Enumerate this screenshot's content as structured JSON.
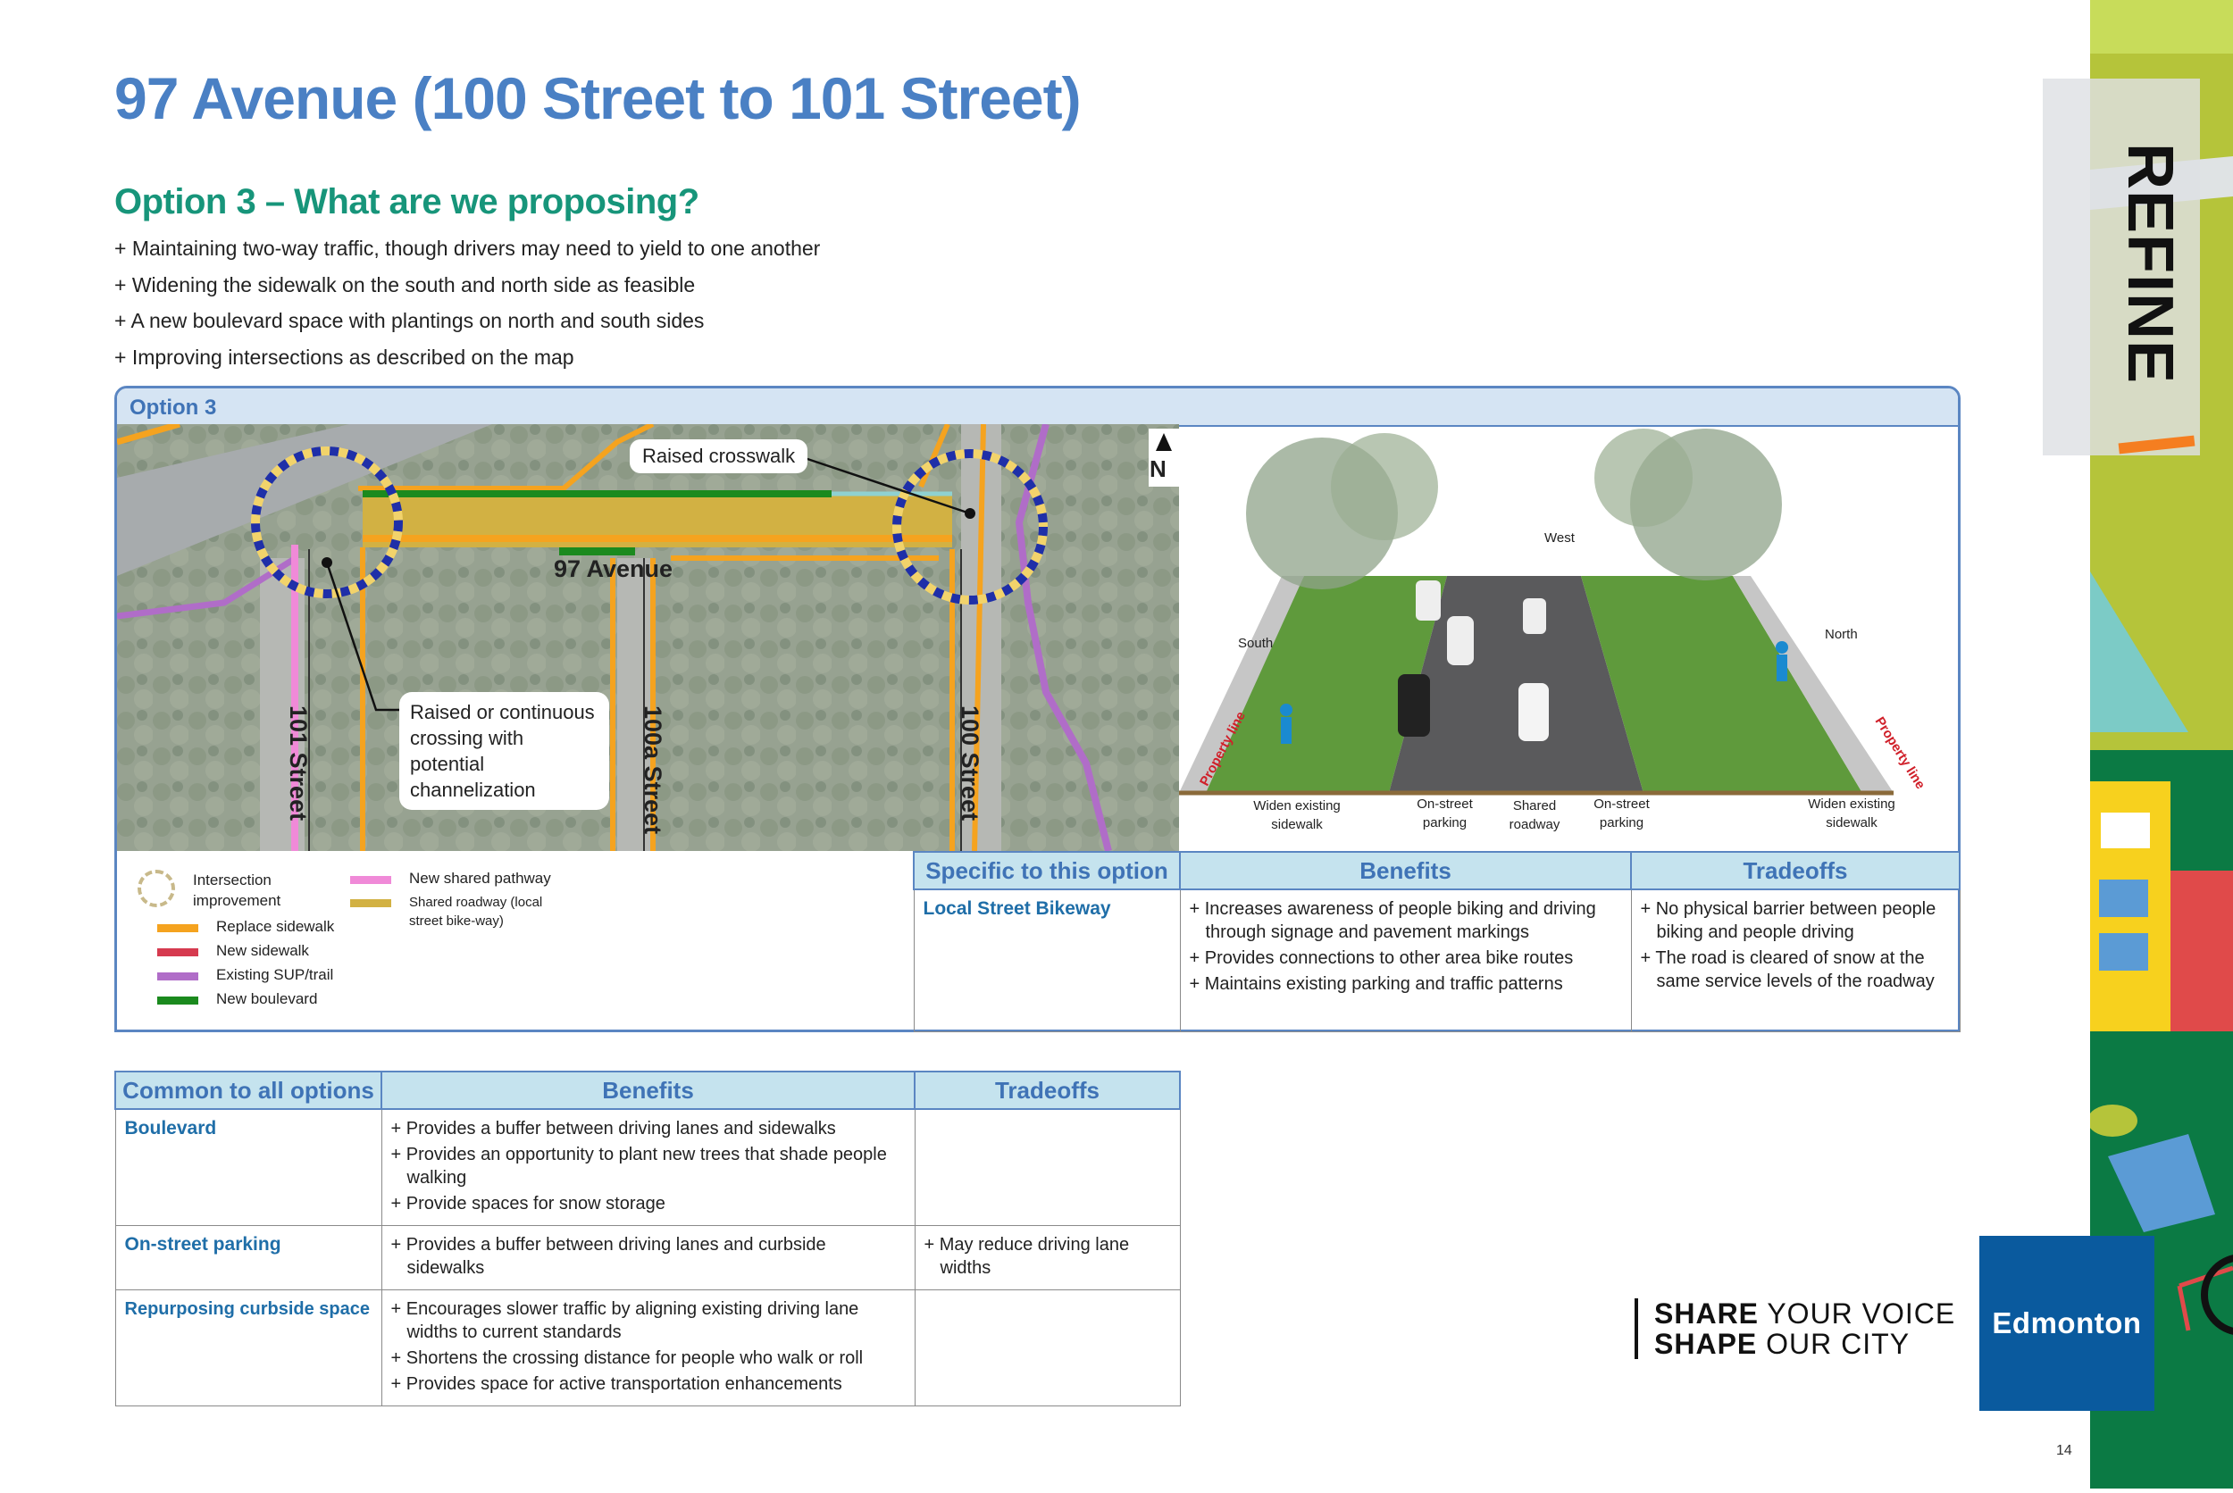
{
  "header": {
    "title": "97 Avenue (100 Street to 101 Street)",
    "subtitle": "Option 3 – What are we proposing?",
    "bullets": [
      "+ Maintaining two-way traffic, though drivers may need to yield to one another",
      "+ Widening the sidewalk on the south and north side as feasible",
      "+ A new boulevard space with plantings on north and south sides",
      "+ Improving intersections as described on the map"
    ]
  },
  "option": {
    "label": "Option 3",
    "map": {
      "street_labels": [
        "97 Avenue",
        "101 Street",
        "100a Street",
        "100 Street"
      ],
      "callouts": [
        "Raised crosswalk",
        "Raised or continuous crossing with potential channelization"
      ],
      "north": "N"
    },
    "illustration": {
      "labels": {
        "west": "West",
        "south": "South",
        "north": "North",
        "property_line": "Property line",
        "widen_sidewalk": "Widen existing sidewalk",
        "on_street_parking": "On-street parking",
        "shared_roadway": "Shared roadway"
      }
    },
    "legend": [
      {
        "label": "Intersection improvement",
        "icon": "dashed-circle-icon",
        "color": "#c8b98a"
      },
      {
        "label": "Replace sidewalk",
        "color": "#f5a31f"
      },
      {
        "label": "New sidewalk",
        "color": "#d63a4f"
      },
      {
        "label": "Existing SUP/trail",
        "color": "#b06dc8"
      },
      {
        "label": "New boulevard",
        "color": "#1b8a1e"
      },
      {
        "label": "New shared pathway",
        "color": "#f08ad8"
      },
      {
        "label": "Shared roadway (local street bike-way)",
        "color": "#d2b143"
      }
    ],
    "table": {
      "headers": [
        "Specific to this option",
        "Benefits",
        "Tradeoffs"
      ],
      "row": {
        "name": "Local Street Bikeway",
        "benefits": [
          "+ Increases awareness of people biking and driving through signage and pavement markings",
          "+ Provides connections to other area bike routes",
          "+ Maintains existing parking and traffic patterns"
        ],
        "tradeoffs": [
          "+ No physical barrier between people biking and people driving",
          "+ The road is cleared of snow at the same service levels of the roadway"
        ]
      }
    }
  },
  "common": {
    "headers": [
      "Common to all options",
      "Benefits",
      "Tradeoffs"
    ],
    "rows": [
      {
        "name": "Boulevard",
        "benefits": [
          "+ Provides a buffer between driving lanes and sidewalks",
          "+ Provides an opportunity to plant new trees that shade people walking",
          "+ Provide spaces for snow storage"
        ],
        "tradeoffs": []
      },
      {
        "name": "On-street parking",
        "benefits": [
          "+ Provides a buffer between driving lanes and curbside sidewalks"
        ],
        "tradeoffs": [
          "+ May reduce driving lane widths"
        ]
      },
      {
        "name": "Repurposing curbside space",
        "benefits": [
          "+ Encourages slower traffic by aligning existing driving lane widths to current standards",
          "+ Shortens the crossing distance for people who walk or roll",
          "+ Provides space for active transportation enhancements"
        ],
        "tradeoffs": []
      }
    ]
  },
  "footer": {
    "share1_bold": "SHARE",
    "share1": " YOUR VOICE",
    "share2_bold": "SHAPE",
    "share2": " OUR CITY",
    "logo": "Edmonton",
    "page": "14"
  },
  "side": {
    "stage": "REFINE"
  }
}
